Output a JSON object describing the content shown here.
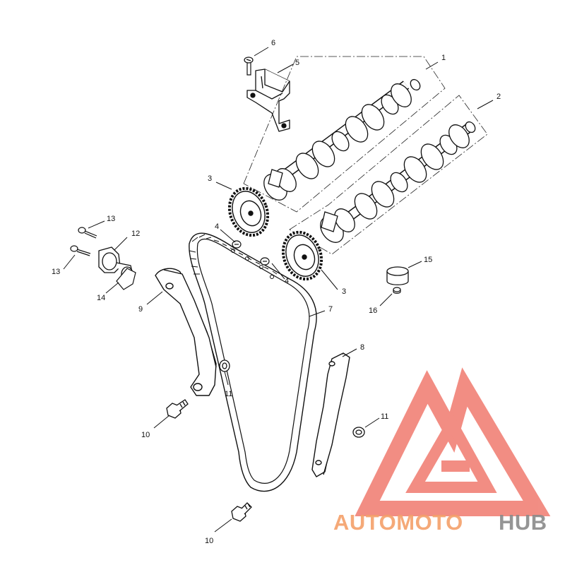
{
  "diagram": {
    "callouts": {
      "c1": "1",
      "c2": "2",
      "c3a": "3",
      "c3b": "3",
      "c4a": "4",
      "c4b": "4",
      "c5": "5",
      "c6": "6",
      "c7": "7",
      "c8": "8",
      "c9": "9",
      "c10a": "10",
      "c10b": "10",
      "c11a": "11",
      "c11b": "11",
      "c12": "12",
      "c13a": "13",
      "c13b": "13",
      "c14": "14",
      "c15": "15",
      "c16": "16"
    },
    "parts": {
      "camshaft_intake": "camshaft-1",
      "camshaft_exhaust": "camshaft-2",
      "sprocket": "camshaft-sprocket-3",
      "sprocket_bolt": "sprocket-bolt-4",
      "chain_guide_top": "chain-guide-5",
      "screw": "screw-6",
      "cam_chain": "cam-chain-7",
      "guide_rail": "fixed-guide-8",
      "tensioner_rail": "tensioner-blade-9",
      "bolt": "bolt-10",
      "washer": "washer-11",
      "tensioner": "chain-tensioner-12",
      "tensioner_bolt": "bolt-13",
      "gasket": "gasket-14",
      "tappet": "bucket-tappet-15",
      "shim": "shim-16"
    }
  },
  "watermark": {
    "part1": "AUTOMOTO",
    "part2": "HUB",
    "color_logo": "#f07a6e",
    "color_text_1": "#f4a06a",
    "color_text_2": "#8a8a8a"
  }
}
